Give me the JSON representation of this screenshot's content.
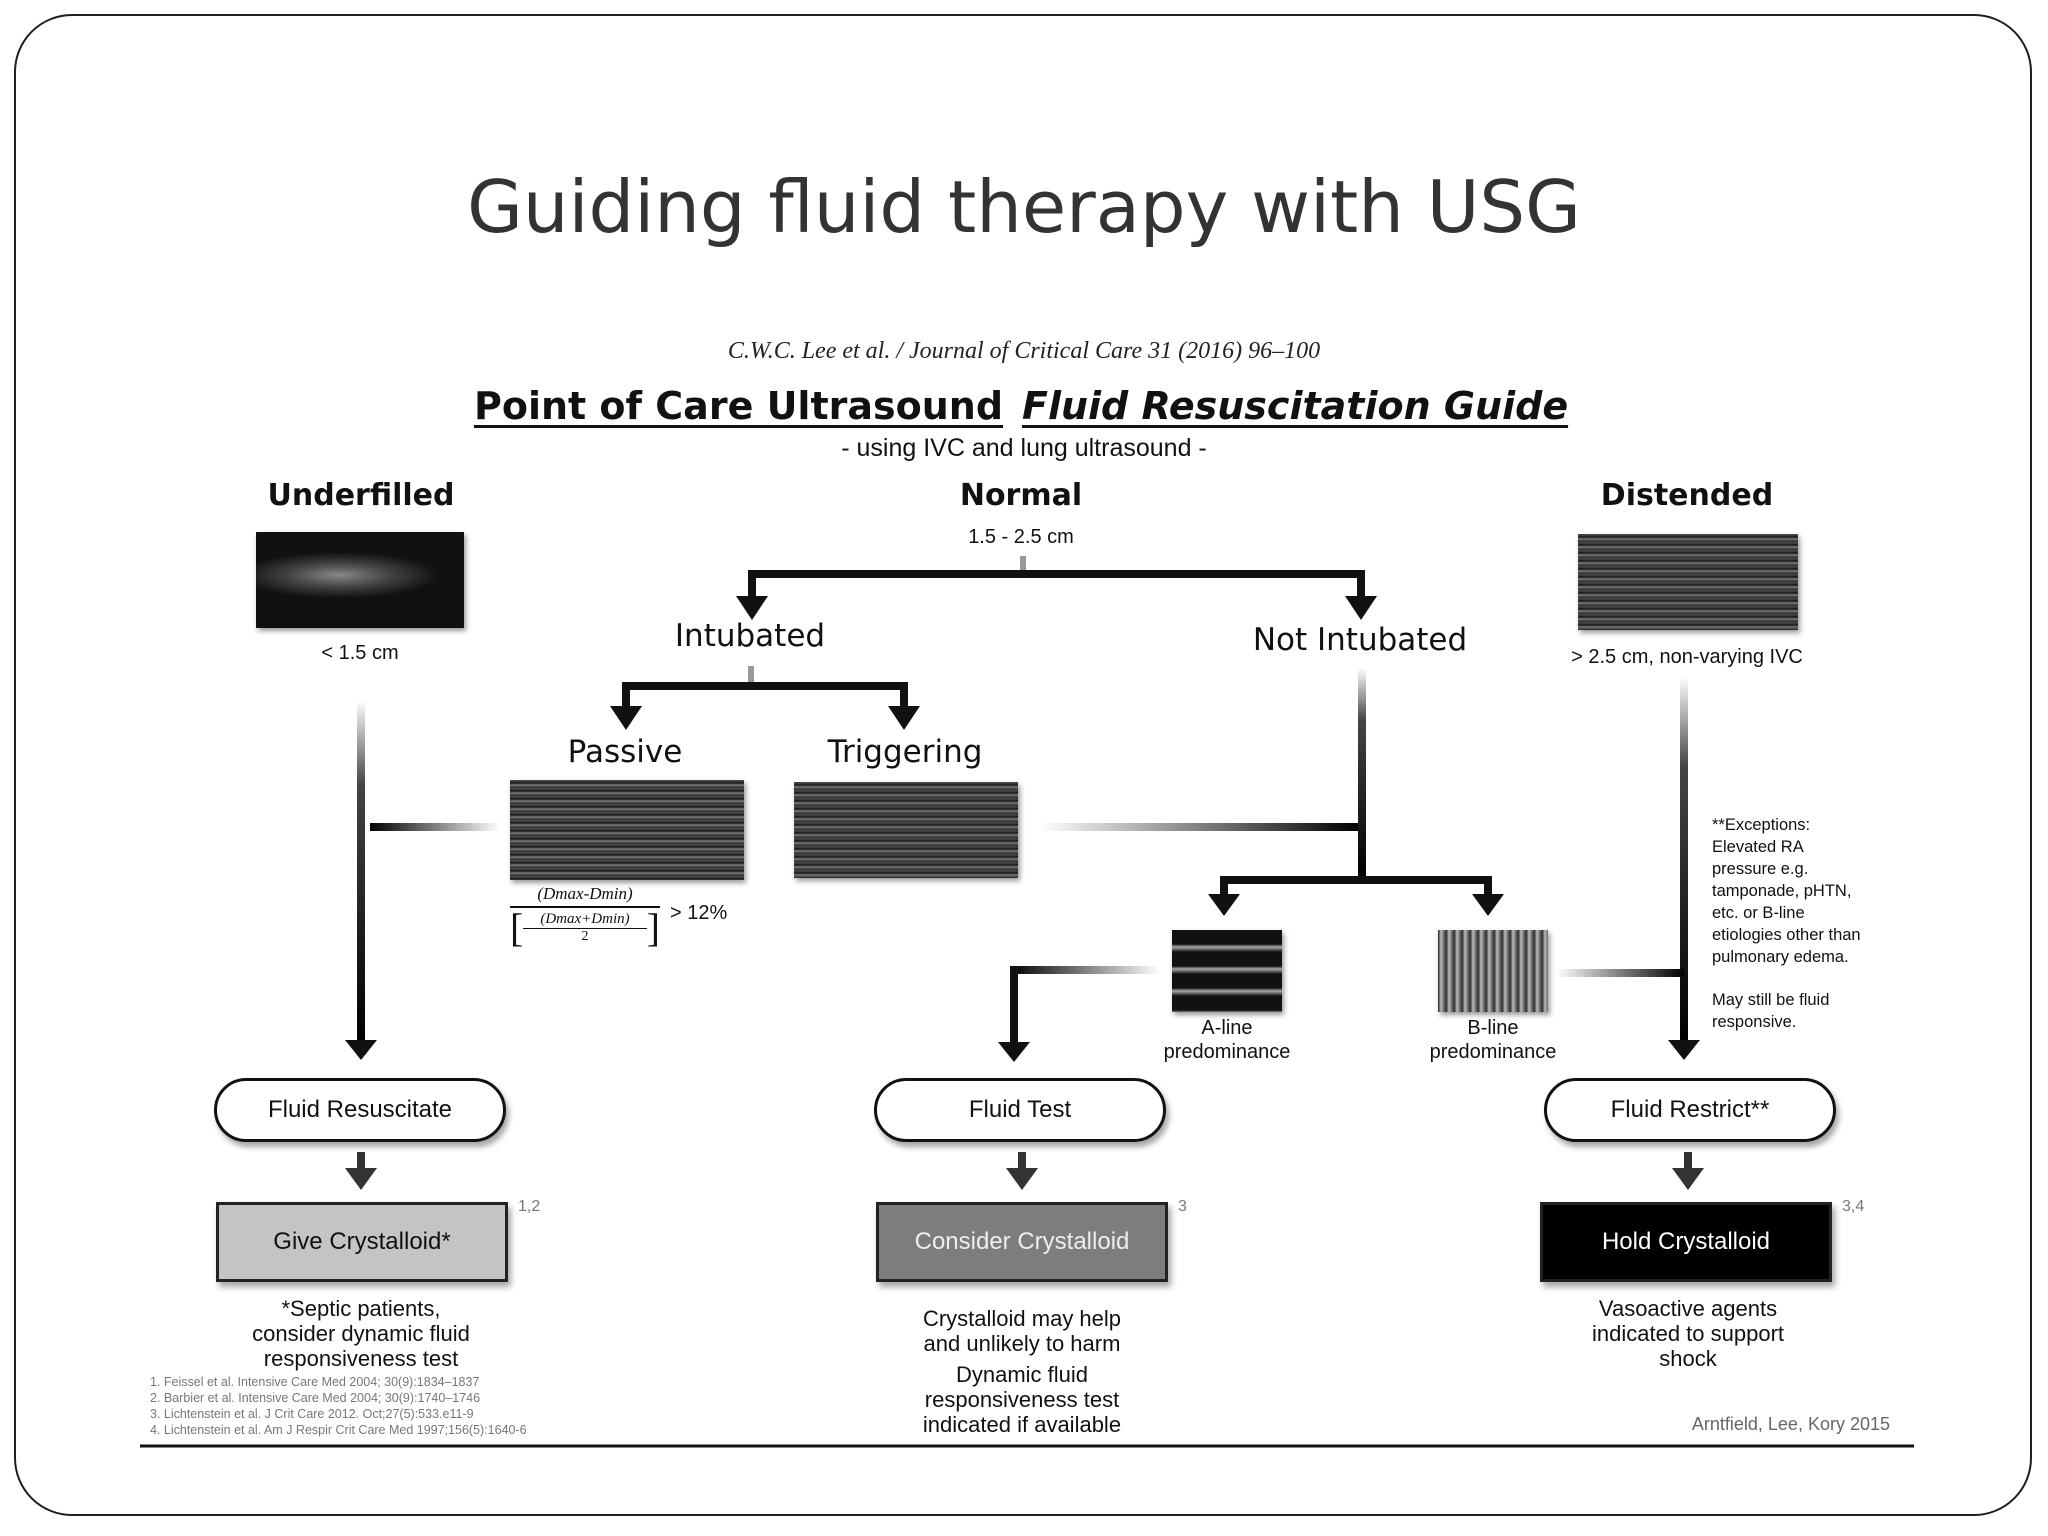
{
  "slide": {
    "title": "Guiding fluid therapy with USG"
  },
  "figure": {
    "citation": "C.W.C. Lee et al. / Journal of Critical Care 31 (2016) 96–100",
    "heading_left": "Point of Care Ultrasound",
    "heading_right": "Fluid Resuscitation Guide",
    "subtitle": "- using IVC and lung ultrasound -",
    "columns": {
      "underfilled": {
        "label": "Underfilled",
        "measure": "< 1.5 cm"
      },
      "normal": {
        "label": "Normal",
        "measure": "1.5 - 2.5 cm"
      },
      "distended": {
        "label": "Distended",
        "measure": "> 2.5 cm, non-varying IVC"
      }
    },
    "branches": {
      "intubated": "Intubated",
      "not_intubated": "Not Intubated",
      "passive": "Passive",
      "triggering": "Triggering"
    },
    "formula": {
      "top": "(Dmax-Dmin)",
      "inner_top": "(Dmax+Dmin)",
      "inner_bottom": "2",
      "threshold": "> 12%"
    },
    "lung": {
      "a_line": "A-line",
      "b_line": "B-line",
      "predominance": "predominance"
    },
    "exceptions": {
      "lines": [
        "**Exceptions:",
        "Elevated RA",
        "pressure e.g.",
        "tamponade, pHTN,",
        "etc. or B-line",
        "etiologies other than",
        "pulmonary edema."
      ],
      "lines2": [
        "May still be fluid",
        "responsive."
      ]
    },
    "actions": {
      "resuscitate": "Fluid Resuscitate",
      "test": "Fluid Test",
      "restrict": "Fluid Restrict**"
    },
    "outcomes": {
      "give": {
        "label": "Give Crystalloid*",
        "ref": "1,2",
        "color": "#c4c4c4"
      },
      "consider": {
        "label": "Consider Crystalloid",
        "ref": "3",
        "color": "#7d7d7d"
      },
      "hold": {
        "label": "Hold Crystalloid",
        "ref": "3,4",
        "color": "#000000"
      }
    },
    "notes": {
      "give": [
        "*Septic patients,",
        "consider dynamic fluid",
        "responsiveness test"
      ],
      "consider_a": [
        "Crystalloid may help",
        "and unlikely to harm"
      ],
      "consider_b": [
        "Dynamic fluid",
        "responsiveness test",
        "indicated if available"
      ],
      "hold": [
        "Vasoactive agents",
        "indicated to support",
        "shock"
      ]
    },
    "references": [
      "1. Feissel et al. Intensive Care Med 2004; 30(9):1834–1837",
      "2. Barbier et al. Intensive Care Med 2004; 30(9):1740–1746",
      "3. Lichtenstein et al. J Crit Care 2012. Oct;27(5):533.e11-9",
      "4. Lichtenstein et al. Am J Respir Crit Care Med 1997;156(5):1640-6"
    ],
    "authors": "Arntfield, Lee, Kory 2015"
  }
}
